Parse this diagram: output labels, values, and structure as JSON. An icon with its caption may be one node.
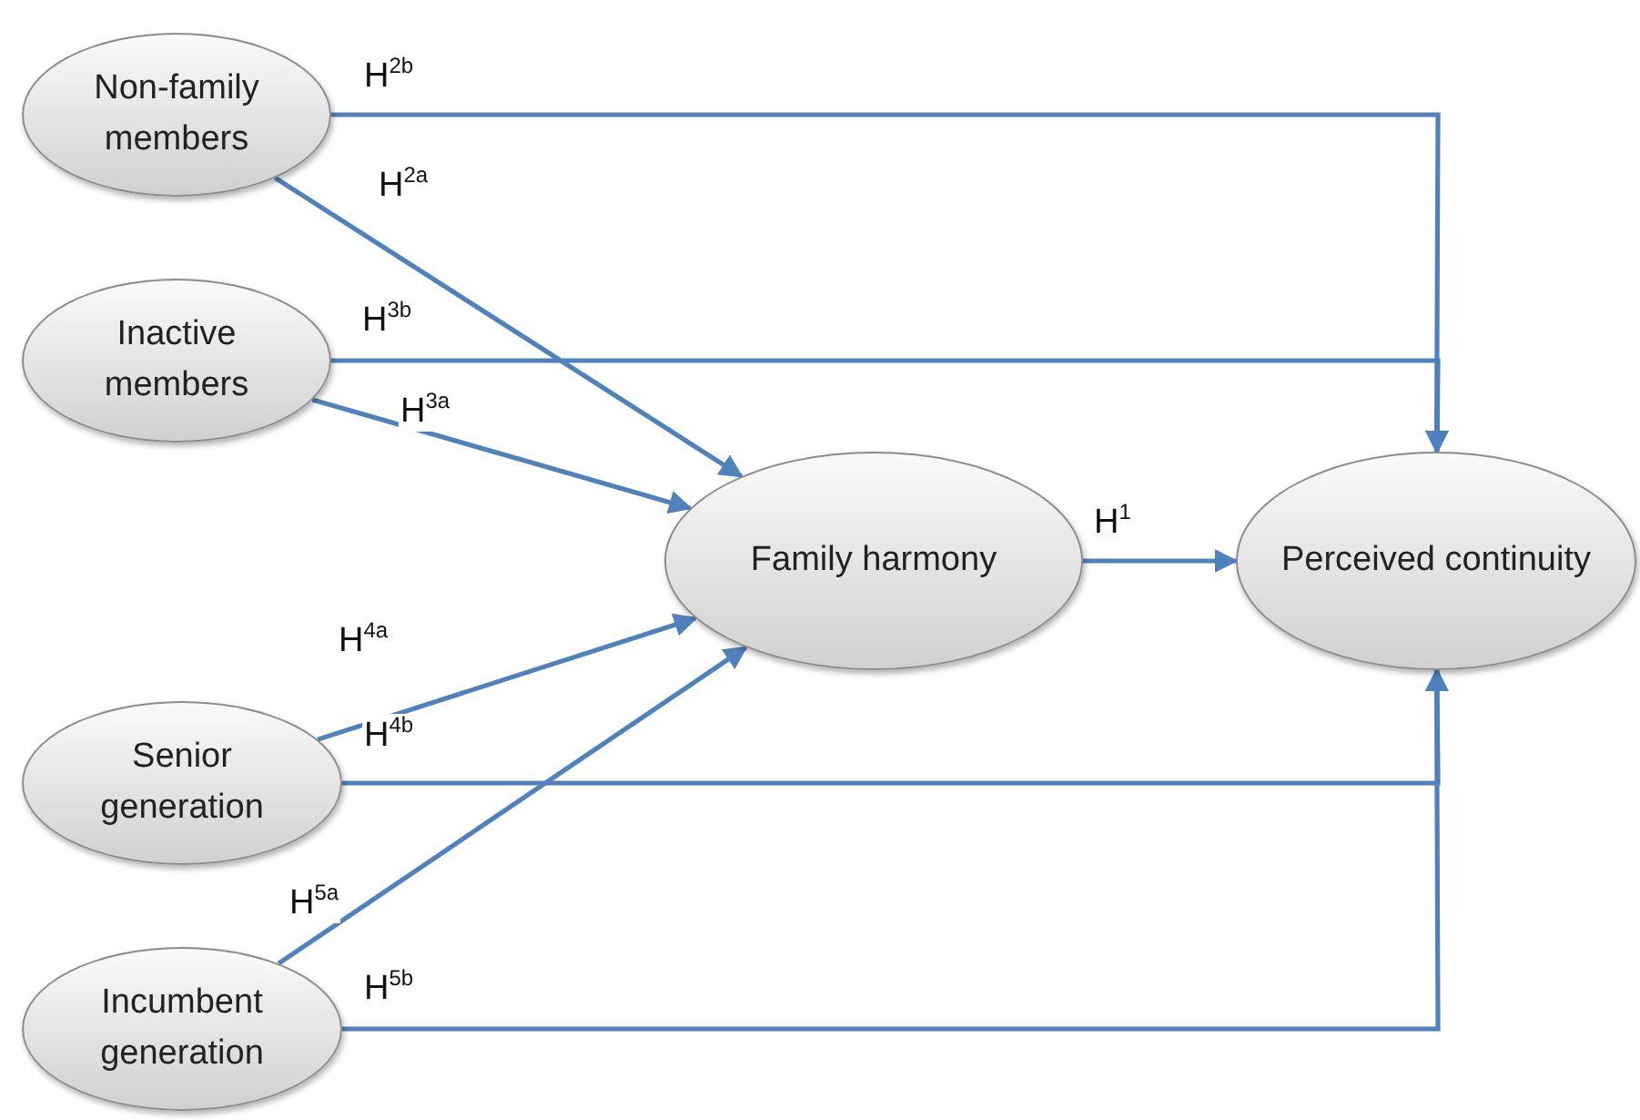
{
  "diagram": {
    "nodes": [
      {
        "text": [
          "Non-family members"
        ]
      },
      {
        "text": [
          "Inactive members"
        ]
      },
      {
        "text": [
          "Senior generation"
        ]
      },
      {
        "text": [
          "Incumbent generation"
        ]
      },
      {
        "text": [
          "Family harmony"
        ]
      },
      {
        "text": [
          "Perceived continuity"
        ]
      }
    ],
    "edges": [
      {
        "from": 0,
        "to": 5,
        "arrow": "to",
        "label": "H$^{2b}$"
      },
      {
        "from": 0,
        "to": 4,
        "arrow": "to",
        "label": "H$^{2a}$"
      },
      {
        "from": 1,
        "to": 5,
        "arrow": "to",
        "label": "H$^{3b}$"
      },
      {
        "from": 1,
        "to": 4,
        "arrow": "to",
        "label": "H$^{3a}$"
      },
      {
        "from": 2,
        "to": 4,
        "arrow": "to",
        "label": "H$^{4a}$"
      },
      {
        "from": 2,
        "to": 5,
        "arrow": "to",
        "label": "H$^{4b}$"
      },
      {
        "from": 3,
        "to": 4,
        "arrow": "to",
        "label": "H$^{5a}$"
      },
      {
        "from": 3,
        "to": 5,
        "arrow": "to",
        "label": "H$^{5b}$"
      },
      {
        "from": 4,
        "to": 5,
        "arrow": "to",
        "label": "H$^{1}$"
      }
    ]
  }
}
